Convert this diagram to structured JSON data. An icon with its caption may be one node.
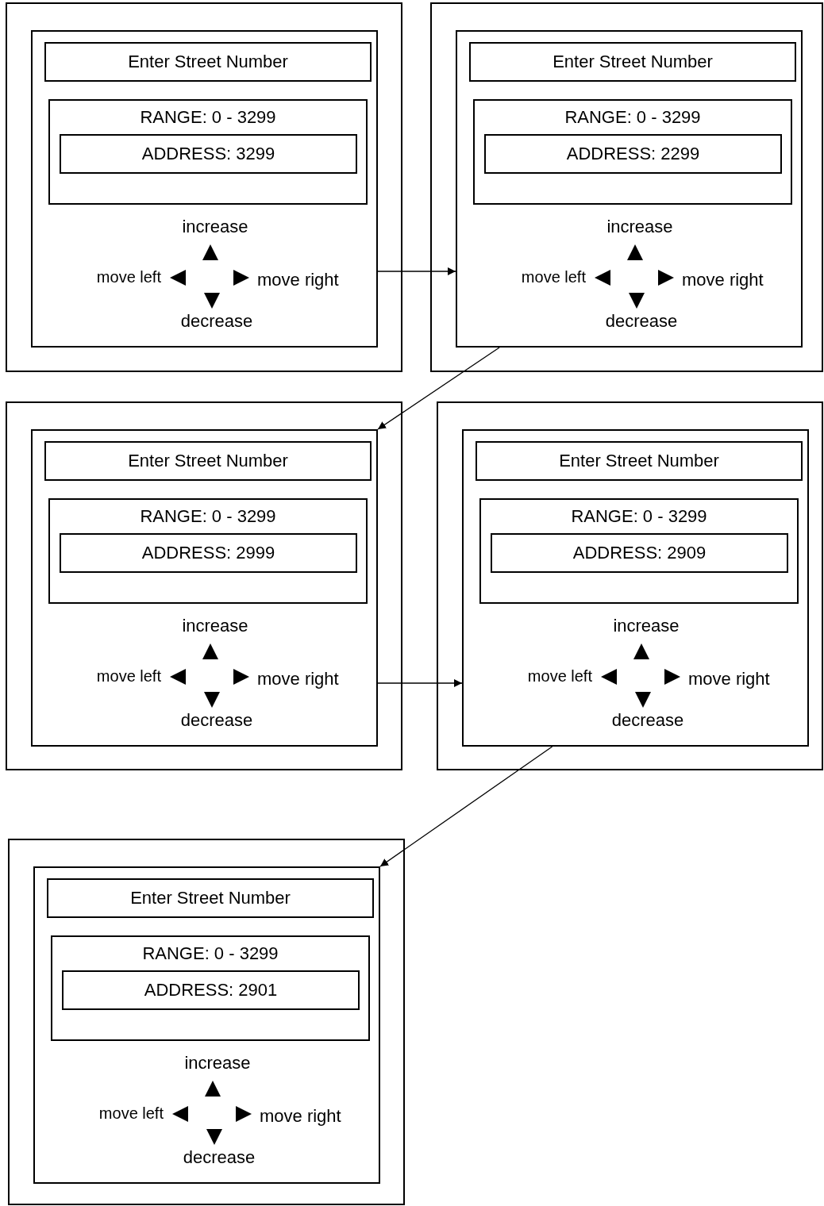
{
  "diagram": {
    "nodes": [
      {
        "text": [],
        "shape": "box"
      },
      {
        "text": [],
        "shape": "box",
        "in": 0
      },
      {
        "text": [
          "Enter Street Number"
        ],
        "in": 1
      },
      {
        "text": [
          "RANGE: 0 - 3299"
        ],
        "in": 1
      },
      {
        "text": [
          "ADDRESS: 3299"
        ],
        "in": 3
      },
      {
        "text": [],
        "shape": "box"
      },
      {
        "text": [],
        "shape": "box",
        "in": 5
      },
      {
        "text": [
          "Enter Street Number"
        ],
        "in": 6
      },
      {
        "text": [
          "RANGE: 0 - 3299"
        ],
        "in": 6
      },
      {
        "text": [
          "ADDRESS: 2299"
        ],
        "in": 8
      },
      {
        "text": [],
        "shape": "box"
      },
      {
        "text": [],
        "shape": "box",
        "in": 10
      },
      {
        "text": [
          "Enter Street Number"
        ],
        "in": 11
      },
      {
        "text": [
          "RANGE: 0 - 3299"
        ],
        "in": 11
      },
      {
        "text": [
          "ADDRESS: 2999"
        ],
        "in": 13
      },
      {
        "text": [],
        "shape": "box"
      },
      {
        "text": [],
        "shape": "box",
        "in": 15
      },
      {
        "text": [
          "Enter Street Number"
        ],
        "in": 16
      },
      {
        "text": [
          "RANGE: 0 - 3299"
        ],
        "in": 16
      },
      {
        "text": [
          "ADDRESS: 2909"
        ],
        "in": 18
      },
      {
        "text": [],
        "shape": "box"
      },
      {
        "text": [],
        "shape": "box",
        "in": 20
      },
      {
        "text": [
          "Enter Street Number"
        ],
        "in": 21
      },
      {
        "text": [
          "RANGE: 0 - 3299"
        ],
        "in": 21
      },
      {
        "text": [
          "ADDRESS: 2901"
        ],
        "in": 23
      }
    ],
    "edges": [
      {
        "from": 1,
        "to": 6,
        "arrow": "to"
      },
      {
        "from": 6,
        "to": 11,
        "arrow": "to"
      },
      {
        "from": 11,
        "to": 16,
        "arrow": "to"
      },
      {
        "from": 16,
        "to": 21,
        "arrow": "to"
      }
    ],
    "labels": [
      "increase",
      "move left",
      "move right",
      "decrease",
      "increase",
      "move left",
      "move right",
      "decrease",
      "increase",
      "move left",
      "move right",
      "decrease",
      "increase",
      "move left",
      "move right",
      "decrease",
      "increase",
      "move left",
      "move right",
      "decrease"
    ]
  }
}
